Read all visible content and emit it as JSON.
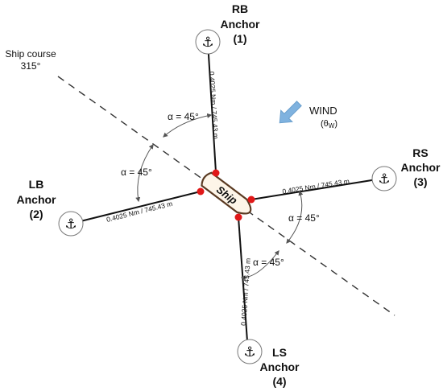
{
  "ship": {
    "label": "Ship"
  },
  "course": {
    "line1": "Ship course",
    "line2": "315°"
  },
  "wind": {
    "label": "WIND",
    "theta": "θ",
    "sub": "W"
  },
  "anchor_glyph": "⚓",
  "anchors": [
    {
      "id": "rb",
      "line1": "RB",
      "line2": "Anchor",
      "num": "(1)",
      "icon": "anchor-icon"
    },
    {
      "id": "lb",
      "line1": "LB",
      "line2": "Anchor",
      "num": "(2)",
      "icon": "anchor-icon"
    },
    {
      "id": "rs",
      "line1": "RS",
      "line2": "Anchor",
      "num": "(3)",
      "icon": "anchor-icon"
    },
    {
      "id": "ls",
      "line1": "LS",
      "line2": "Anchor",
      "num": "(4)",
      "icon": "anchor-icon"
    }
  ],
  "mooring_lines": {
    "rb": "0.4025 Nm / 745.43 m",
    "lb": "0.4025 Nm / 745.43 m",
    "rs": "0.4025 Nm / 745.43 m",
    "ls": "0.4025 Nm / 745.43 m"
  },
  "angles": {
    "rb": "α  = 45°",
    "lb": "α  = 45°",
    "rs": "α  = 45°",
    "ls": "α  = 45°"
  },
  "colors": {
    "line": "#111111",
    "ship_fill": "#fdf5e8",
    "ship_stroke": "#5a3a22",
    "fairlead": "#e01818",
    "wind_arrow": "#7fb2df",
    "circle": "#777777",
    "angle_arc": "#555555"
  }
}
